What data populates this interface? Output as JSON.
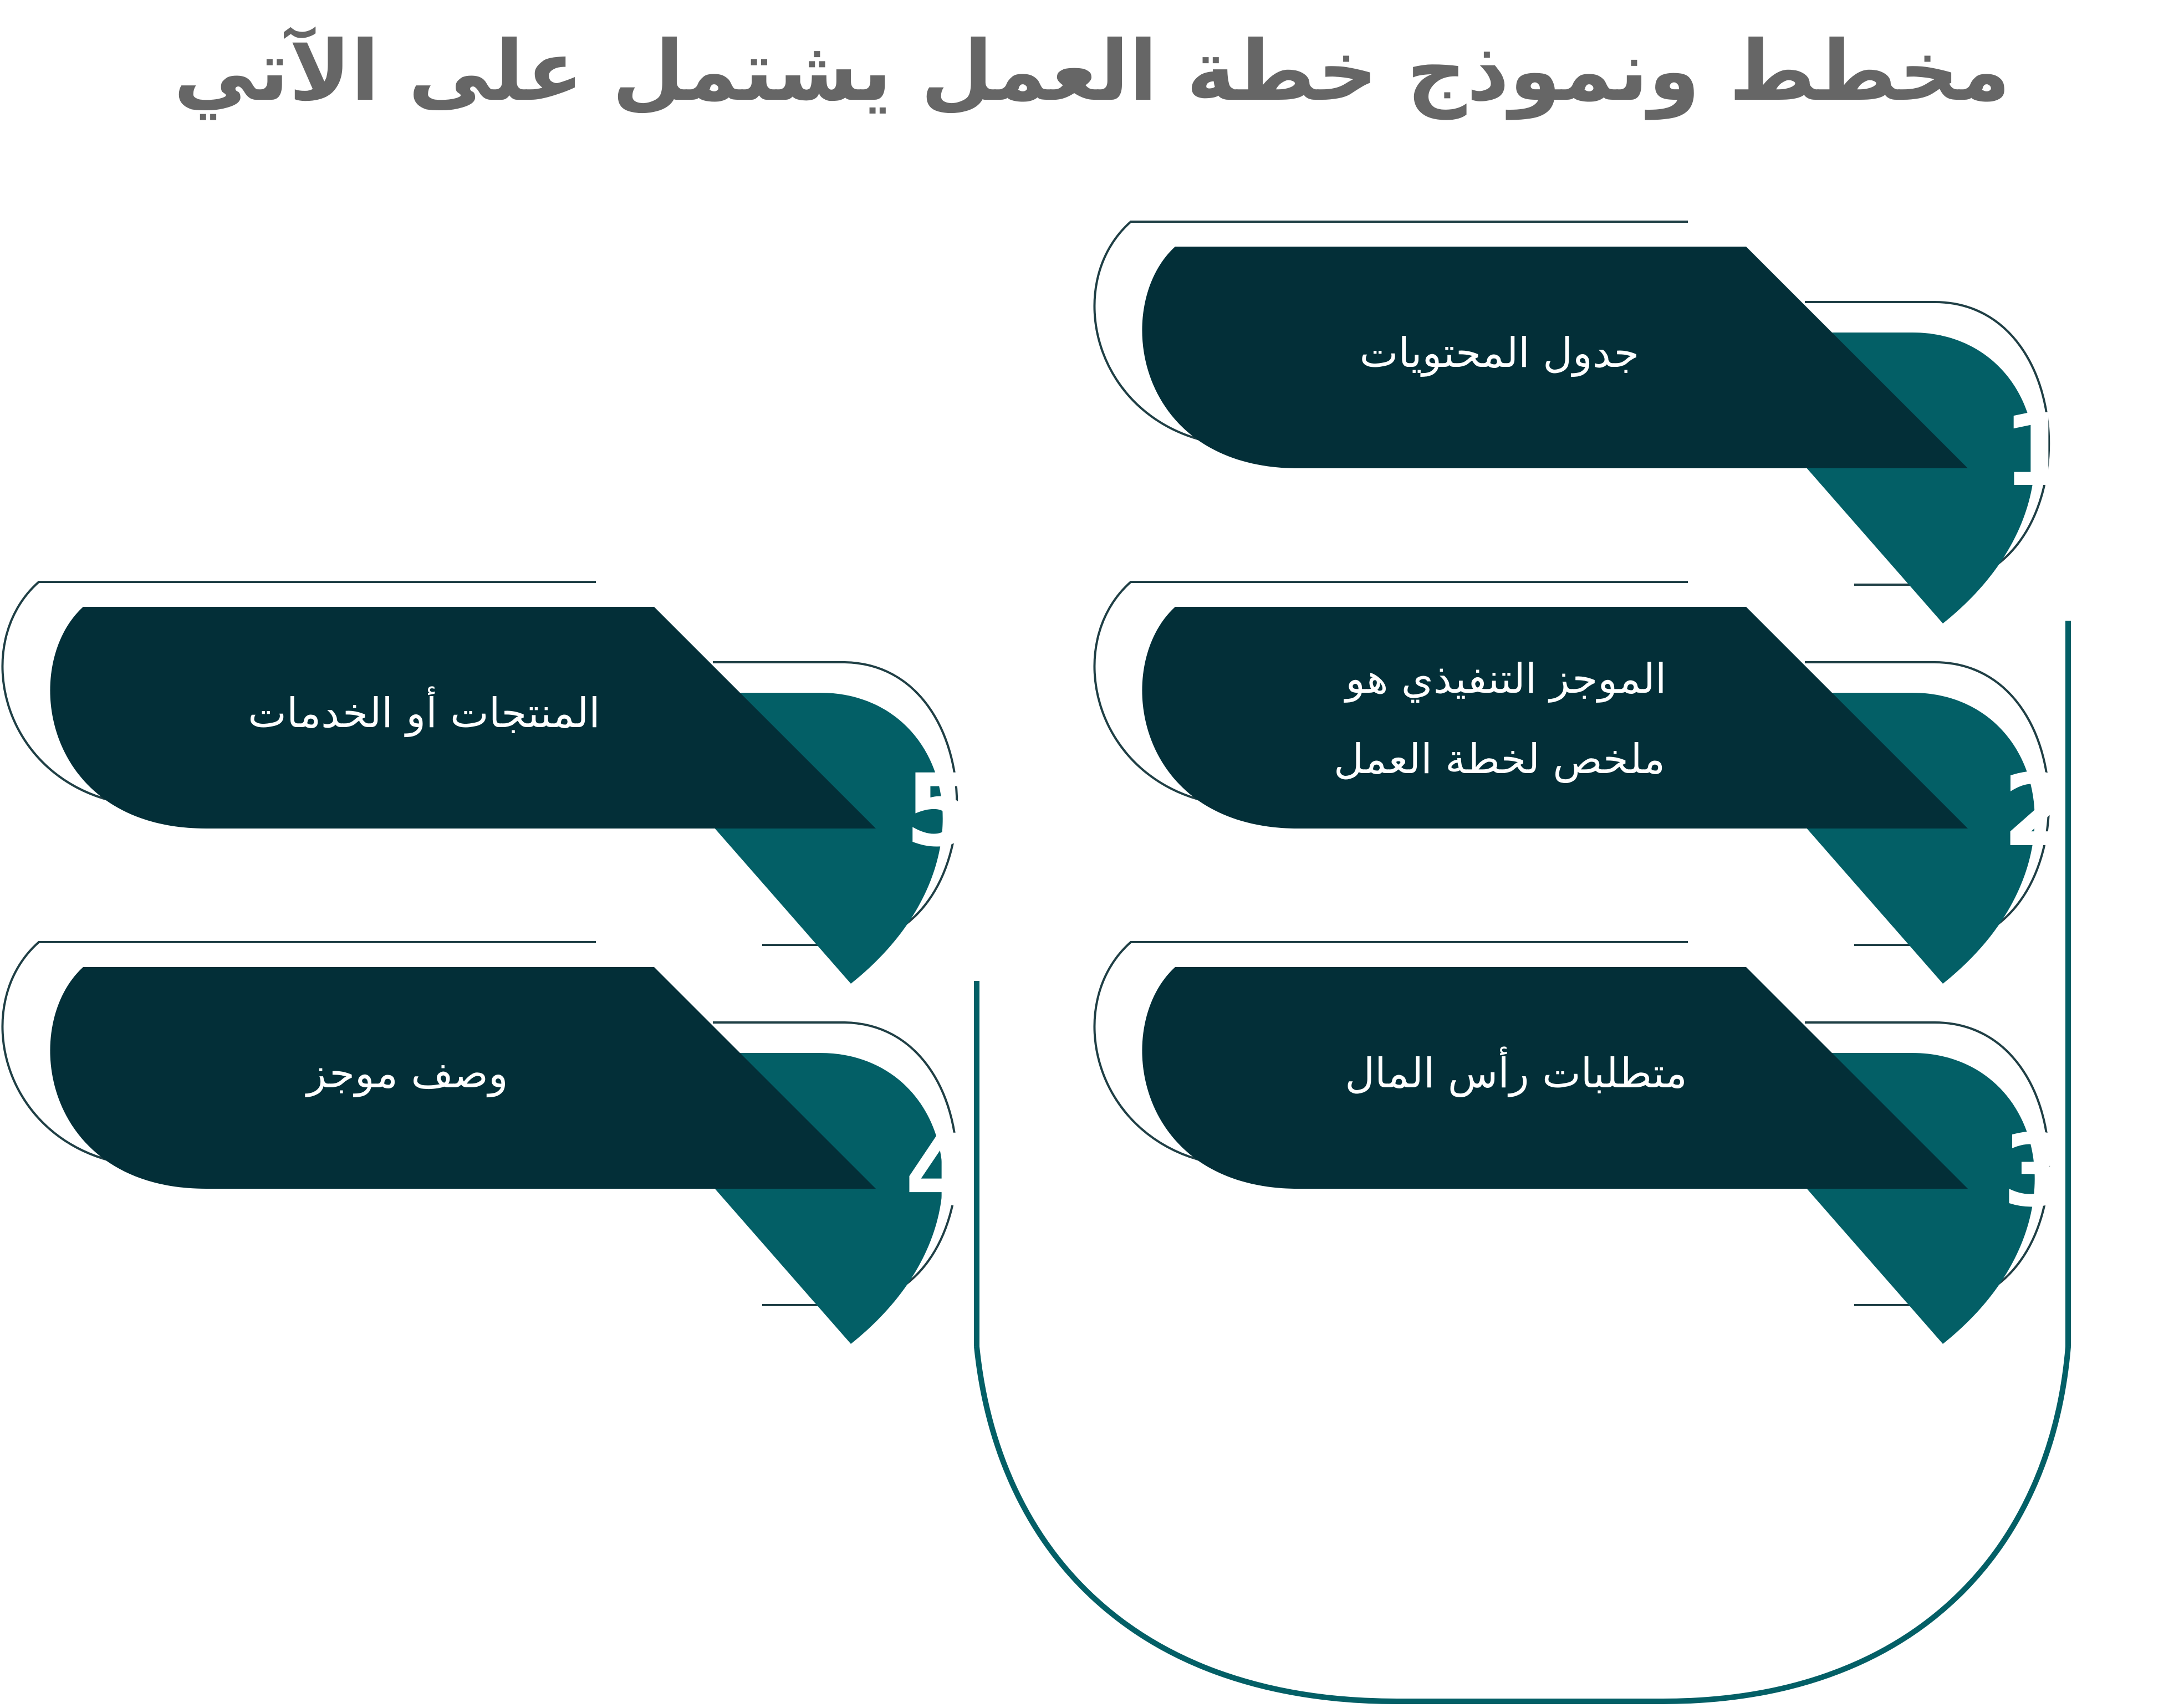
{
  "title": "مخطط ونموذج خطة العمل يشتمل على الآتي",
  "colors": {
    "dark": "#032F38",
    "teal": "#035F66",
    "title": "#666666",
    "outline": "#1f3f45"
  },
  "steps": [
    {
      "number": "1",
      "lines": [
        "جدول المحتويات"
      ]
    },
    {
      "number": "2",
      "lines": [
        "الموجز التنفيذي هو",
        "ملخص لخطة العمل"
      ]
    },
    {
      "number": "3",
      "lines": [
        "متطلبات رأس المال"
      ]
    },
    {
      "number": "4",
      "lines": [
        "وصف موجز"
      ]
    },
    {
      "number": "5",
      "lines": [
        "المنتجات أو الخدمات"
      ]
    }
  ]
}
